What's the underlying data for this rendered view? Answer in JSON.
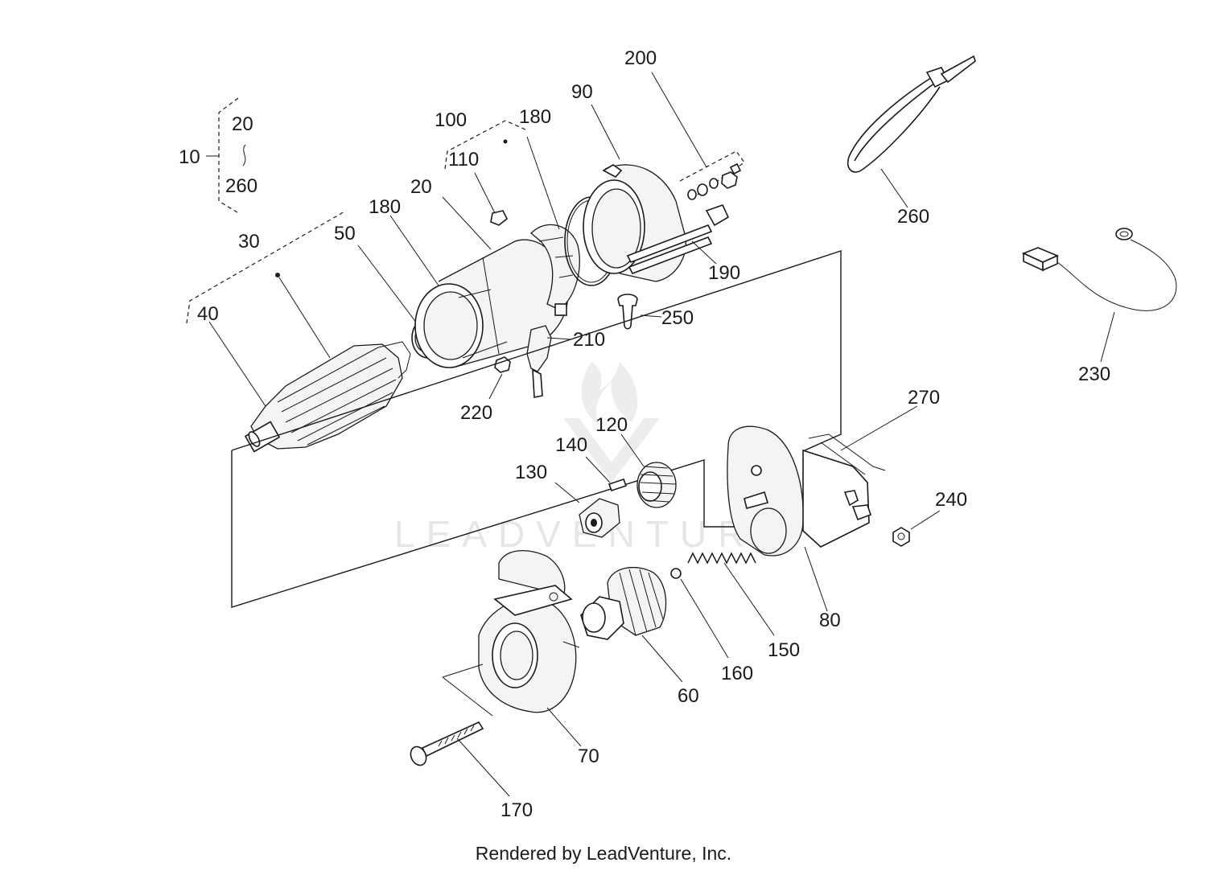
{
  "watermark": "LEADVENTURE",
  "footer": "Rendered by LeadVenture, Inc.",
  "callouts": {
    "c10": "10",
    "c20_bracket": "20",
    "c260_bracket": "260",
    "c30": "30",
    "c40": "40",
    "c50": "50",
    "c180a": "180",
    "c20": "20",
    "c100": "100",
    "c110": "110",
    "c180b": "180",
    "c90": "90",
    "c200": "200",
    "c190": "190",
    "c250": "250",
    "c210": "210",
    "c220": "220",
    "c260": "260",
    "c230": "230",
    "c270": "270",
    "c120": "120",
    "c140": "140",
    "c130": "130",
    "c240": "240",
    "c80": "80",
    "c150": "150",
    "c160": "160",
    "c60": "60",
    "c70": "70",
    "c170": "170"
  }
}
